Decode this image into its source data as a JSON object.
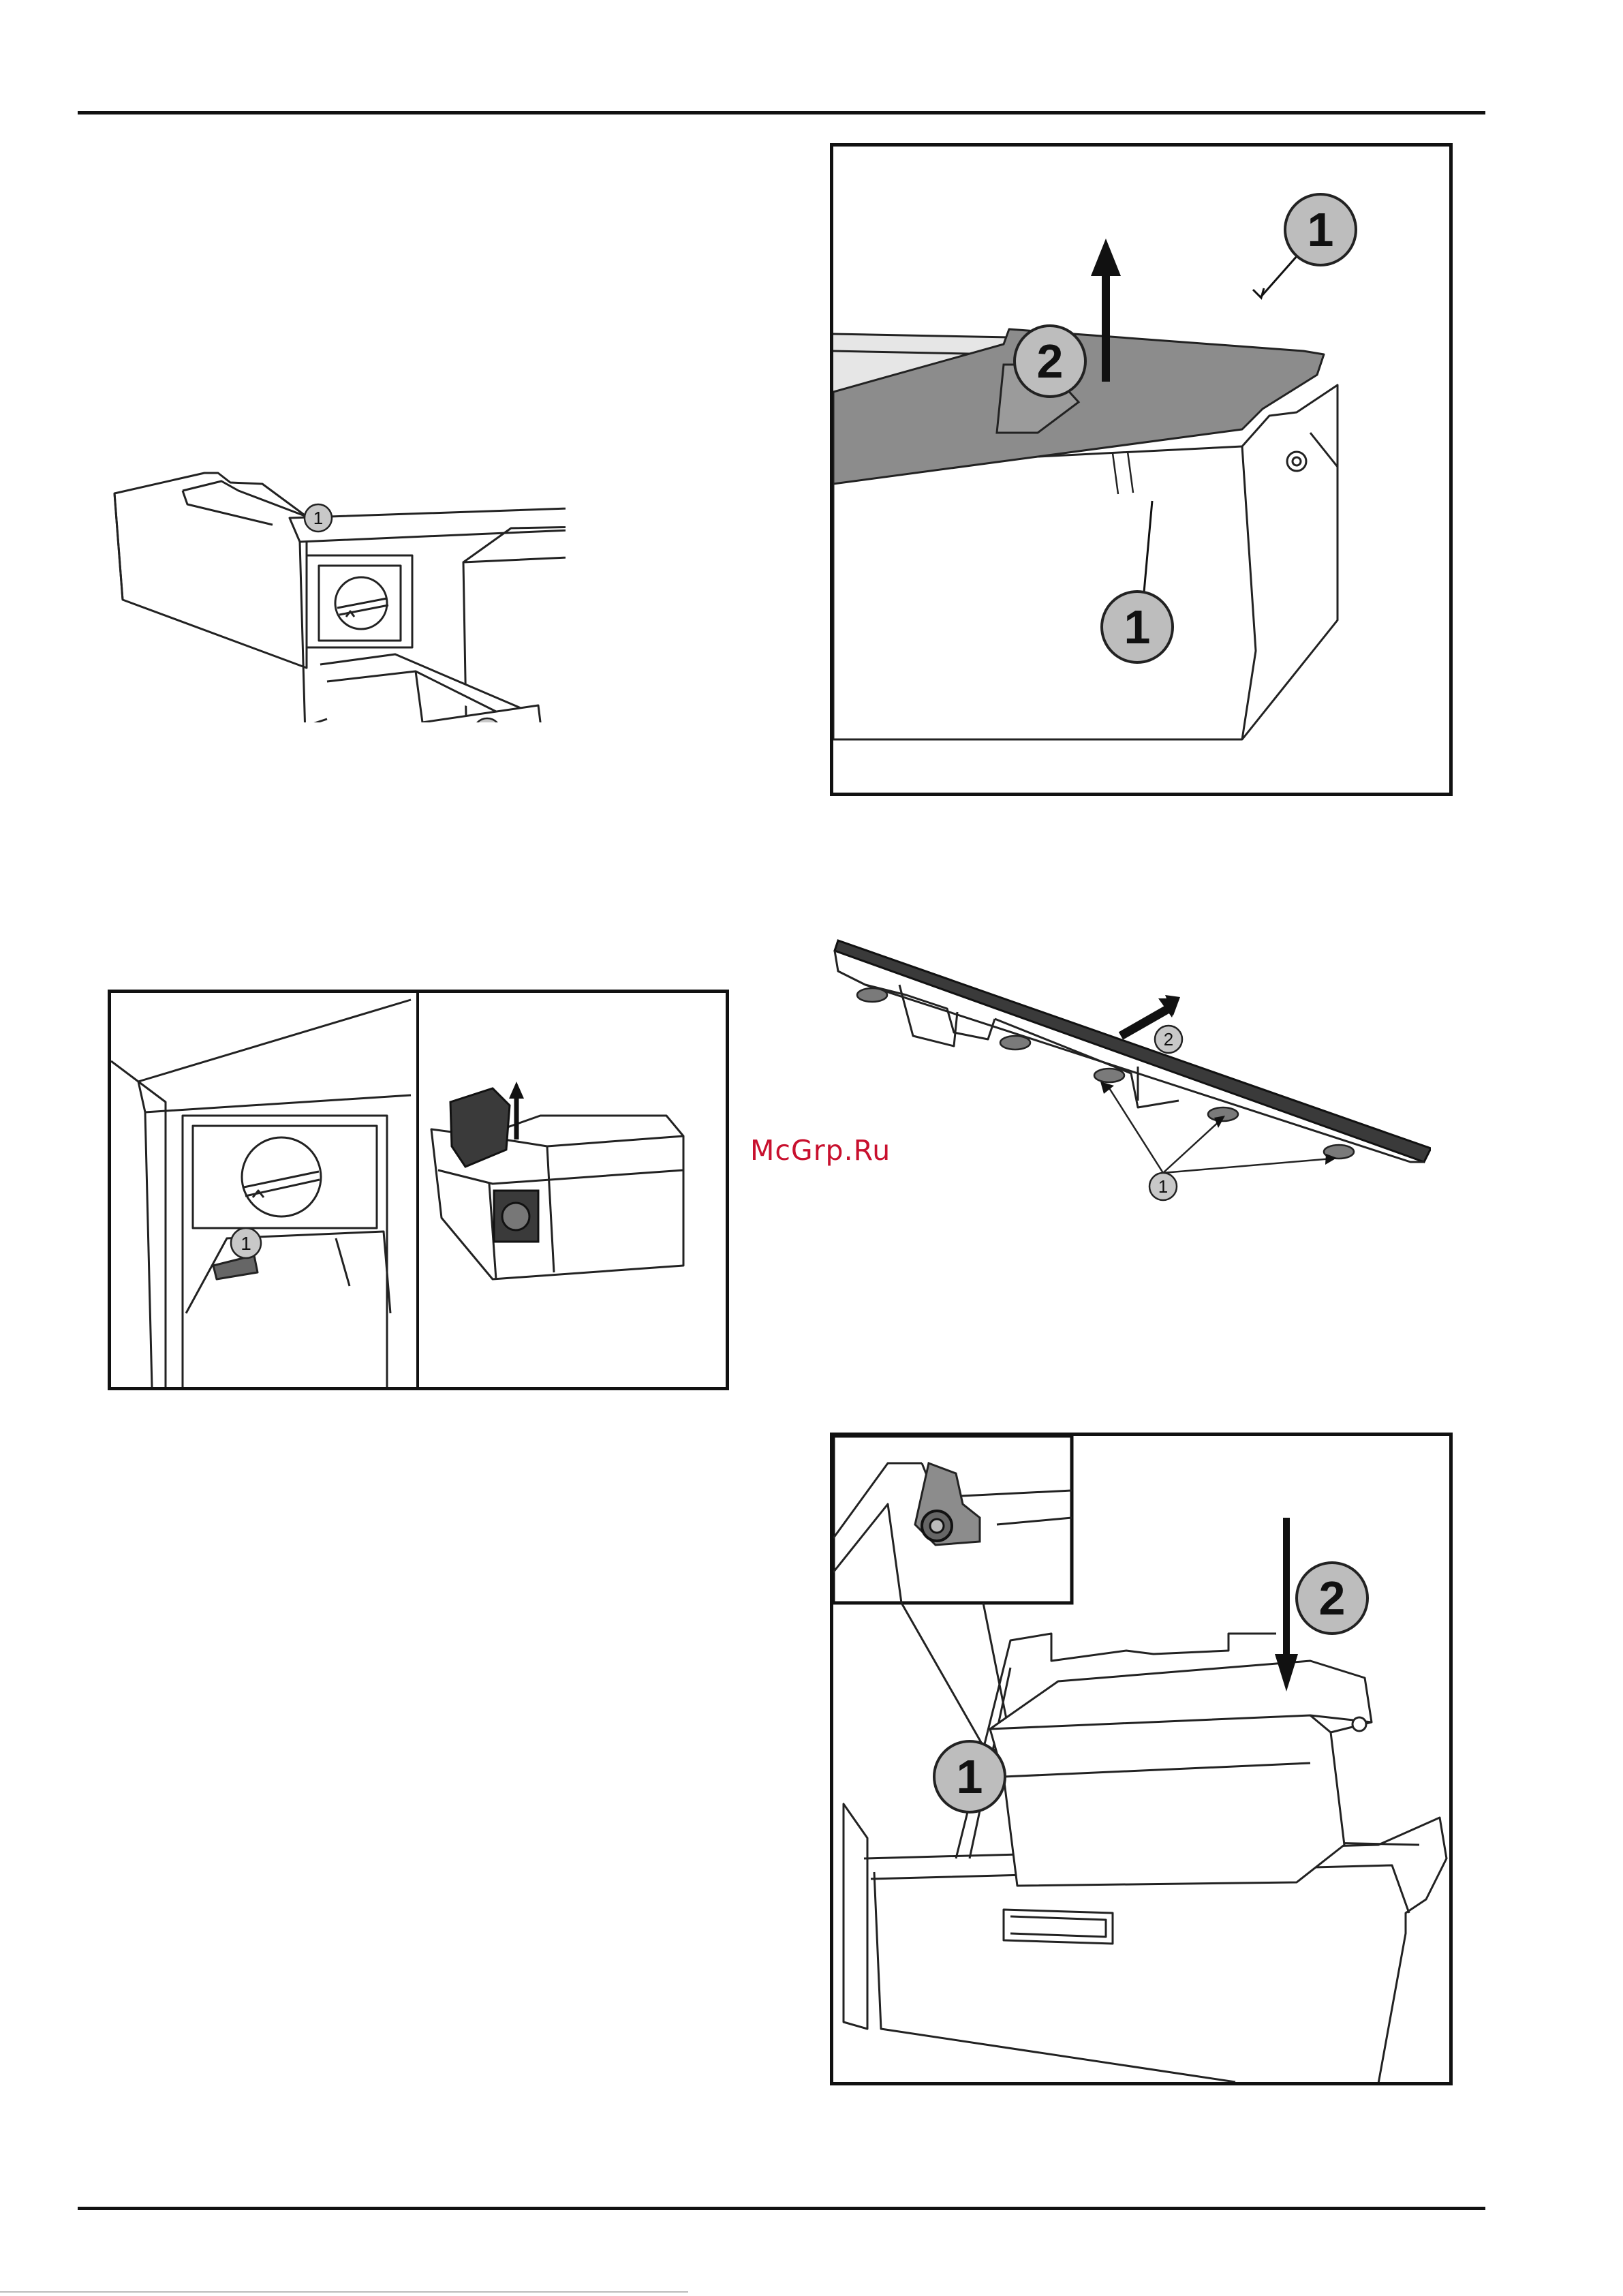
{
  "watermark": "McGrp.Ru",
  "figures": {
    "fig1_drawer_pullout": {
      "callouts": [
        "1",
        "2"
      ]
    },
    "fig2_lid_lift": {
      "callouts": [
        "1",
        "2",
        "1"
      ]
    },
    "fig3_release_button": {
      "callouts": [
        "1"
      ]
    },
    "fig4_lid_underside": {
      "callouts": [
        "2",
        "1"
      ]
    },
    "fig5_insert_container": {
      "callouts": [
        "2",
        "1"
      ]
    }
  }
}
